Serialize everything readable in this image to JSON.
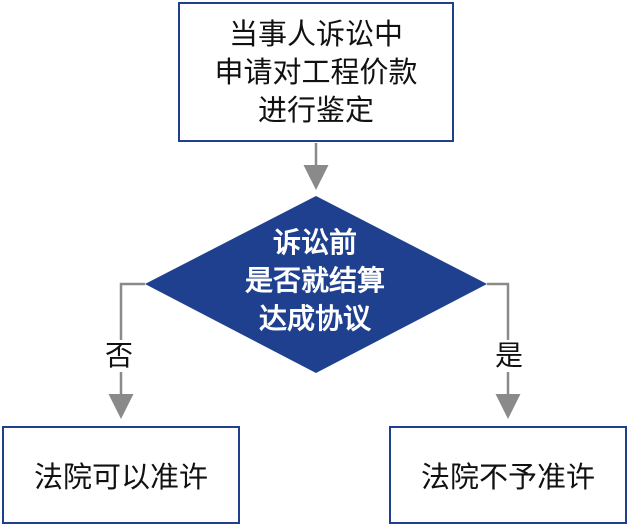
{
  "top_box": {
    "lines": [
      "当事人诉讼中",
      "申请对工程价款",
      "进行鉴定"
    ]
  },
  "decision": {
    "lines": [
      "诉讼前",
      "是否就结算",
      "达成协议"
    ],
    "fill_color": "#1f3f8f"
  },
  "branch_no": {
    "label": "否",
    "result": "法院可以准许"
  },
  "branch_yes": {
    "label": "是",
    "result": "法院不予准许"
  },
  "colors": {
    "border": "#1f3f8f",
    "connector": "#8a8a8a"
  }
}
